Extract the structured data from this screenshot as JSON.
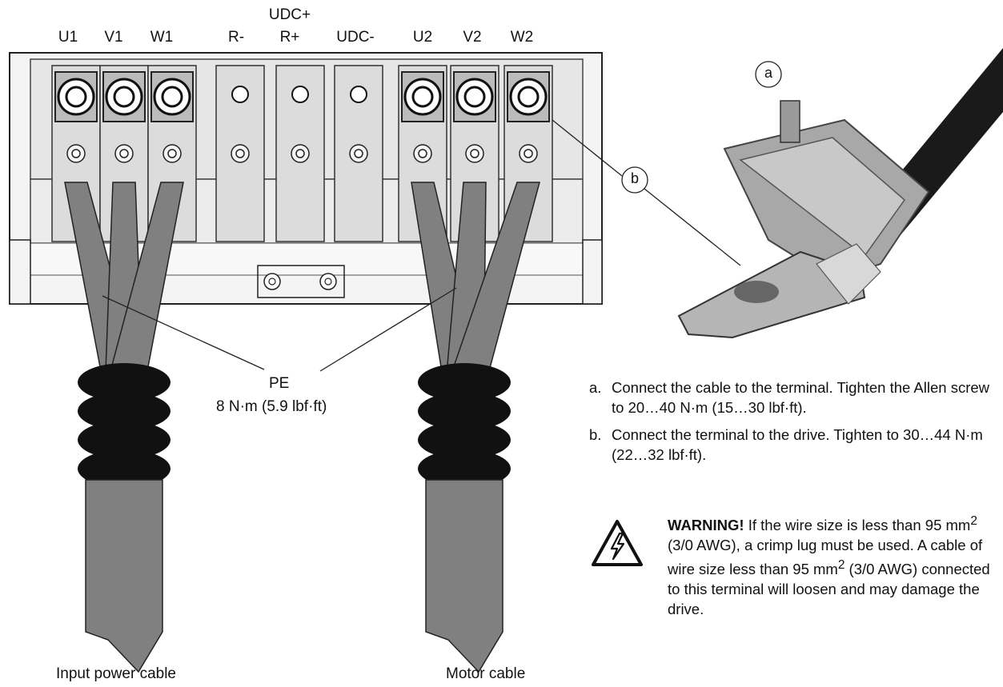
{
  "terminals": [
    "U1",
    "V1",
    "W1",
    "R-",
    "R+",
    "UDC-",
    "U2",
    "V2",
    "W2"
  ],
  "udc_plus_label": "UDC+",
  "pe_label": "PE",
  "pe_torque": "8 N·m (5.9 lbf·ft)",
  "cable_labels": {
    "input": "Input power cable",
    "motor": "Motor cable"
  },
  "callouts": {
    "a": "a",
    "b": "b"
  },
  "notes": [
    {
      "key": "a.",
      "text": "Connect the cable to the terminal. Tighten the Allen screw to 20…40 N·m (15…30 lbf·ft)."
    },
    {
      "key": "b.",
      "text": "Connect the terminal to the drive. Tighten to 30…44 N·m (22…32 lbf·ft)."
    }
  ],
  "warning": {
    "heading": "WARNING!",
    "part1": " If the wire size is less than 95 mm",
    "sup1": "2",
    "part2": " (3/0 AWG), a crimp lug must be used. A cable of wire size less than 95 mm",
    "sup2": "2",
    "part3": " (3/0 AWG) connected to this terminal will loosen and may damage the drive."
  },
  "colors": {
    "cable": "#808080",
    "sleeve": "#111111",
    "frame": "#d8d8d8",
    "outline": "#222222"
  }
}
